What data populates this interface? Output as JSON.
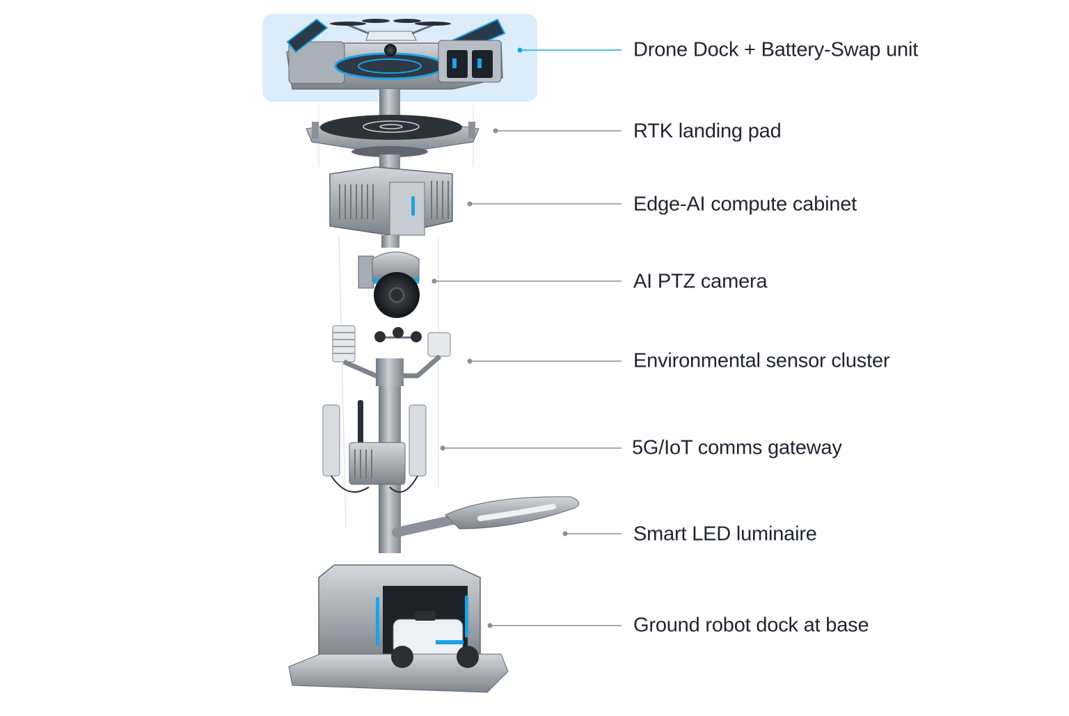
{
  "callouts": [
    {
      "id": "drone-dock",
      "label": "Drone Dock + Battery-Swap unit",
      "highlighted": true
    },
    {
      "id": "rtk-landing-pad",
      "label": "RTK landing pad"
    },
    {
      "id": "edge-ai-cabinet",
      "label": "Edge-AI compute cabinet"
    },
    {
      "id": "ai-ptz-camera",
      "label": "AI PTZ camera"
    },
    {
      "id": "environmental-sensor-cluster",
      "label": "Environmental sensor cluster"
    },
    {
      "id": "comms-gateway",
      "label": "5G/IoT comms gateway"
    },
    {
      "id": "smart-led-luminaire",
      "label": "Smart LED luminaire"
    },
    {
      "id": "ground-robot-dock",
      "label": "Ground robot dock at base"
    }
  ],
  "colors": {
    "accent": "#1aa3e6",
    "highlight_fill": "#dcecf8",
    "metal": "#9aa1aa",
    "metal_dark": "#5f666f",
    "text": "#1f2430",
    "leader": "#8a8f96"
  }
}
